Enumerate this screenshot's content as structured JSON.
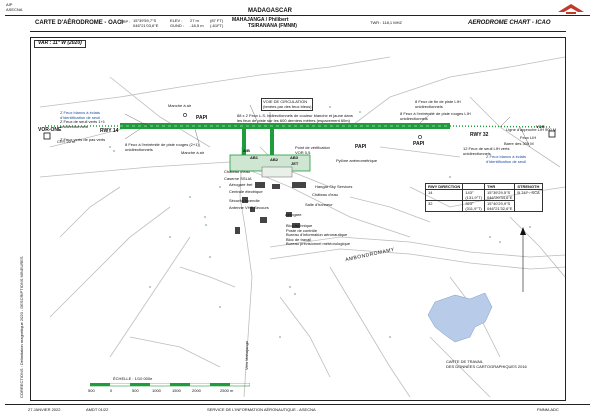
{
  "header": {
    "aip": "AIP",
    "asecna": "ASECNA",
    "title_fr": "CARTE D'AÉRODROME - OACI",
    "title_en": "AERODROME CHART - ICAO",
    "country": "MADAGASCAR",
    "aerodrome_line1": "MAHAJANGA / Philibert",
    "aerodrome_line2": "TSIRANANA (FMNM)",
    "arp_label": "ARP :",
    "arp_lat": "15°39'59,7\"S",
    "arp_lon": "046°21'03,6\"E",
    "elev_label": "ELEV :",
    "elev_val": "27 m",
    "elev_ft": "(87 FT)",
    "gund_label": "GUND :",
    "gund_val": "-18,5 m",
    "gund_ft": "(-61FT)",
    "twr_left": "TWR : 118,1 MHZ",
    "twr_right": "TWR : 118,1 MHZ",
    "var": "VAR : 11° W (2020)"
  },
  "map": {
    "vor_one": "VOR-ONE",
    "vor_right": "VOR",
    "rwy14": "RWY 14",
    "rwy32": "RWY 32",
    "papi_left": "PAPI",
    "papi_right": "PAPI",
    "papi_right2": "PAPI",
    "crit_area": "CRIT. AREA",
    "crit_left": "CRY 20 m",
    "hdg_arrow": "Z Feux blancs à éclats\nd'identification de seuil",
    "feux_l1": "Z Feux de seuil verts 1+1\nunidirectionnels",
    "feux_l2": "Z Feux verts de pas verts",
    "feux_l3": "8 Feux à l'extrémité de piste rouges (2+1)\nunidirectionnels",
    "feux_mid": "88 x 2 Feux L.S. bidirectionnels de couleur blanche et jaune dans\nles feux de piste sur les 600 derniers mètres (espacement 60m)",
    "feux_r1": "8 Feux de fin de piste LIH\nunidirectionnels",
    "feux_r2": "8 Feux à l'extrémité de piste rouges LIH\nunidirectionnels",
    "feux_r3": "Ligne d'approche LIH 900 M",
    "feux_r4": "Feux LIH",
    "feux_r5": "Barre des 300 M",
    "feux_r6": "12 Feux de seuil LIH verts\nunidirectionnels",
    "feux_r7": "Z Feux blancs à éclats\nd'identification de seuil",
    "taxi_note": "VOIE DE CIRCULATION\n(tenées par des feux bleus)",
    "manche": "Manche à air",
    "manche2": "Manche à air",
    "pt_att": "Point de vérification\nVOR 0,5",
    "pylone": "Pylône anémométrique",
    "apron_ab": "A/B",
    "apron_1": "AB1",
    "apron_2": "AB2",
    "apron_3": "AB3",
    "jet": "JET",
    "chateau_deau": "Château d'eau",
    "chateau_deau2": "Château d'eau",
    "caserne": "Caserne SSLIA",
    "aerogare_fret": "Aérogare fret",
    "centrale_elec": "Centrale électrique",
    "securite": "Sécurité incendie",
    "antenne": "Antenne VHF Secours",
    "hangar": "Hangar Sky Services",
    "aerogare": "Aérogare",
    "salle": "Salle d'honneur",
    "bloc": "Bloc technique\nPoste de contrôle\nBureau d'information aéronautique\nBloc de travail\nBureau prévisionnel météorologique",
    "route": "AMBONDROMAMY",
    "road_bottom": "Vers Mahajanga",
    "legend_fr": "ÉCHELLE : 1/10 000e",
    "scale_labels": [
      "500",
      "0",
      "500",
      "1000",
      "1500",
      "2000",
      "2500 m"
    ],
    "map_source": "CARTE DE TRAVAIL\nDES DONNÉES CARTOGRAPHIQUES 2016"
  },
  "rwy_table": {
    "headers": [
      "RWY DIRECTION",
      "THR",
      "STRENGTH"
    ],
    "rows": [
      [
        "14",
        "143°\n(131,9°T)",
        "15°39'29,5\"S\n046°20'34,6\"E",
        "B 747 - SCA"
      ],
      [
        "32",
        "323°\n(311,9°T)",
        "15°40'29,9\"S\n046°21'32,6\"E",
        ""
      ]
    ]
  },
  "footer": {
    "date": "27 JANVIER 2022",
    "amdt": "AMDT 01/22",
    "service": "SERVICE DE L'INFORMATION AÉRONAUTIQUE - ASECNA",
    "code": "FMNM-ADC",
    "side_note": "CORRECTIONS : Délimitation magnétique 2020 - DESCRIPTIONS MINEURES"
  },
  "colors": {
    "runway": "#1f9c3c",
    "road": "#bbbbbb",
    "lake": "#b8ccea",
    "logo": "#c0392b"
  }
}
